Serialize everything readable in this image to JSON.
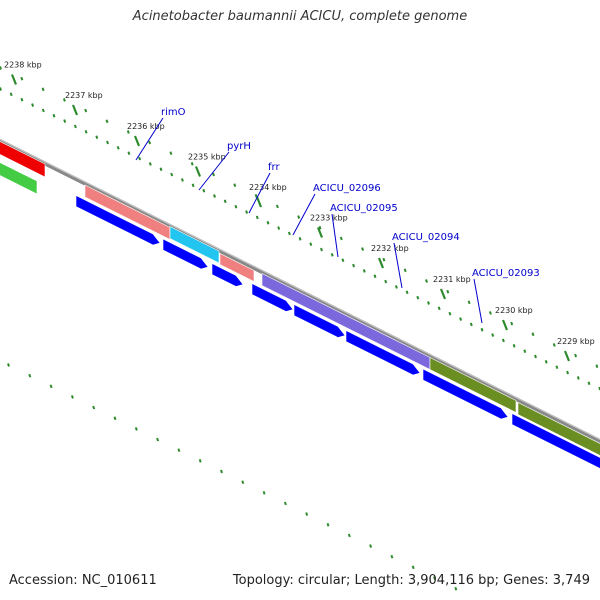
{
  "title": "Acinetobacter baumannii ACICU, complete genome",
  "footer": {
    "accession": "Accession: NC_010611",
    "summary": "Topology: circular; Length: 3,904,116 bp; Genes: 3,749"
  },
  "colors": {
    "backbone": "#888888",
    "tick": "#2d8b2d",
    "label_line": "#0000cc",
    "cds_arrow": "#0000ff",
    "red_feature": "#ee0000",
    "green_feature": "#44cc44",
    "salmon_feature": "#f08080",
    "cyan_feature": "#22c4f0",
    "purple_feature": "#7b68dd",
    "olive_feature": "#6b8e23"
  },
  "ticks": [
    "2238 kbp",
    "2237 kbp",
    "2236 kbp",
    "2235 kbp",
    "2234 kbp",
    "2233 kbp",
    "2232 kbp",
    "2231 kbp",
    "2230 kbp",
    "2229 kbp"
  ],
  "genes": [
    "rimO",
    "pyrH",
    "frr",
    "ACICU_02096",
    "ACICU_02095",
    "ACICU_02094",
    "ACICU_02093"
  ]
}
